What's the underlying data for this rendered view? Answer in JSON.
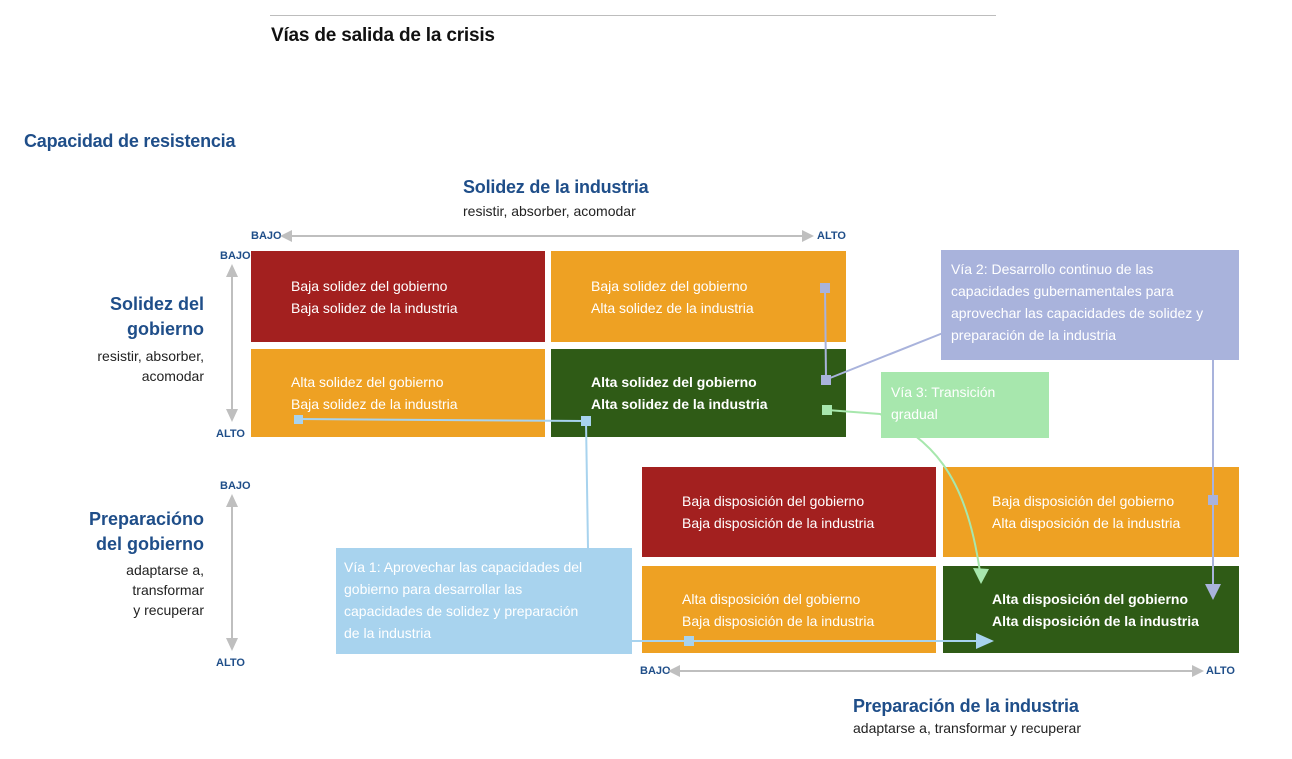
{
  "header": {
    "title": "Vías de salida de la crisis"
  },
  "capacidad": {
    "title": "Capacidad de resistencia"
  },
  "top_axis": {
    "title": "Solidez de la industria",
    "subtitle": "resistir, absorber, acomodar",
    "low": "BAJO",
    "high": "ALTO"
  },
  "left_axis_1": {
    "title_line1": "Solidez del",
    "title_line2": "gobierno",
    "sub_line1": "resistir, absorber,",
    "sub_line2": "acomodar",
    "low": "BAJO",
    "high": "ALTO"
  },
  "left_axis_2": {
    "title_line1": "Preparacióno",
    "title_line2": "del gobierno",
    "sub_line1": "adaptarse a,",
    "sub_line2": "transformar",
    "sub_line3": "y recuperar",
    "low": "BAJO",
    "high": "ALTO"
  },
  "bottom_axis": {
    "title": "Preparación de la industria",
    "subtitle": "adaptarse a, transformar y recuperar",
    "low": "BAJO",
    "high": "ALTO"
  },
  "grid1": [
    {
      "line1": "Baja solidez del gobierno",
      "line2": "Baja solidez de la industria"
    },
    {
      "line1": "Baja solidez del gobierno",
      "line2": "Alta solidez de la industria"
    },
    {
      "line1": "Alta solidez del gobierno",
      "line2": "Baja solidez de la industria"
    },
    {
      "line1": "Alta solidez del gobierno",
      "line2": "Alta solidez de la industria"
    }
  ],
  "grid2": [
    {
      "line1": "Baja disposición del gobierno",
      "line2": "Baja disposición de la industria"
    },
    {
      "line1": "Baja disposición del gobierno",
      "line2": "Alta disposición de la industria"
    },
    {
      "line1": "Alta disposición del gobierno",
      "line2": "Baja disposición de la industria"
    },
    {
      "line1": "Alta disposición del gobierno",
      "line2": "Alta disposición de la industria"
    }
  ],
  "vias": {
    "via1": {
      "line1": "Vía 1: Aprovechar las capacidades del",
      "line2": "gobierno para desarrollar las",
      "line3": "capacidades de solidez y preparación",
      "line4": "de la industria"
    },
    "via2": {
      "line1": "Vía 2: Desarrollo continuo de las",
      "line2": "capacidades gubernamentales para",
      "line3": "aprovechar las capacidades de solidez y",
      "line4": "preparación de la industria"
    },
    "via3": {
      "line1": "Vía 3: Transición",
      "line2": "gradual"
    }
  },
  "colors": {
    "red": "#a3201f",
    "orange": "#eea123",
    "green": "#2f5b16",
    "via1": "#a8d3ee",
    "via2": "#a9b3dc",
    "via3": "#a7e7ad",
    "axis_blue": "#1f4e89"
  }
}
